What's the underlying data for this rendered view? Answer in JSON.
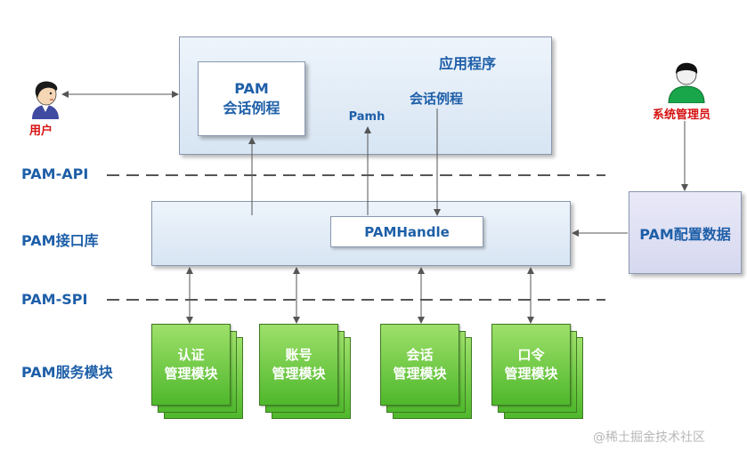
{
  "app_box": {
    "title": "应用程序",
    "inner_label": "会话例程",
    "pamh": "Pamh"
  },
  "pam_session_box": {
    "line1": "PAM",
    "line2": "会话例程"
  },
  "user": {
    "label": "用户"
  },
  "admin": {
    "label": "系统管理员"
  },
  "layers": {
    "api": "PAM-API",
    "lib": "PAM接口库",
    "spi": "PAM-SPI",
    "modules": "PAM服务模块"
  },
  "pam_handle": {
    "label": "PAMHandle"
  },
  "config": {
    "label": "PAM配置数据"
  },
  "modules": [
    {
      "line1": "认证",
      "line2": "管理模块"
    },
    {
      "line1": "账号",
      "line2": "管理模块"
    },
    {
      "line1": "会话",
      "line2": "管理模块"
    },
    {
      "line1": "口令",
      "line2": "管理模块"
    }
  ],
  "watermark": "@稀土掘金技术社区",
  "colors": {
    "label_blue": "#1e5fa8",
    "admin_red": "#d61010",
    "module_green": "#4fb82c"
  }
}
